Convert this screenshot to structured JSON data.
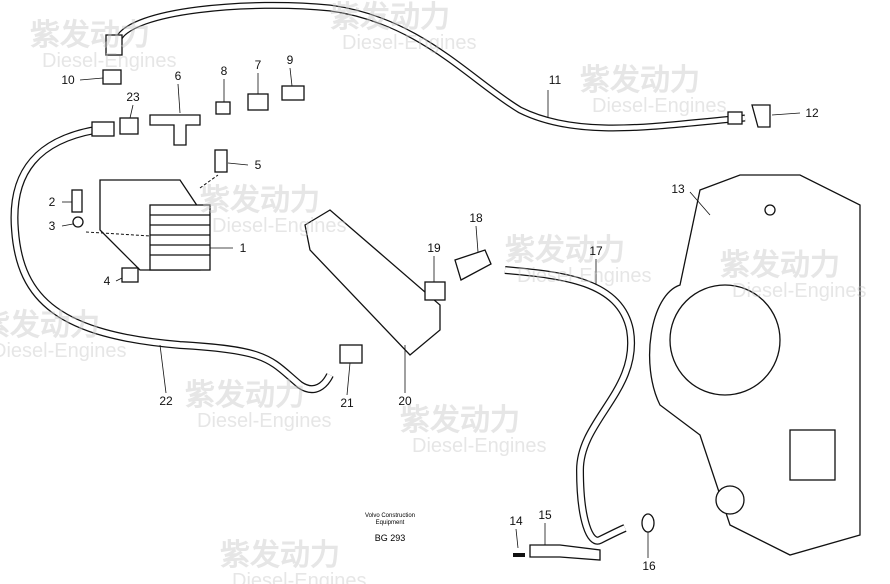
{
  "callouts": [
    "1",
    "2",
    "3",
    "4",
    "5",
    "6",
    "7",
    "8",
    "9",
    "10",
    "11",
    "12",
    "13",
    "14",
    "15",
    "16",
    "17",
    "18",
    "19",
    "20",
    "21",
    "22",
    "23"
  ],
  "caption": {
    "line1": "Volvo Construction",
    "line2": "Equipment",
    "code": "BG 293"
  },
  "watermark": {
    "cn": "紫发动力",
    "en": "Diesel-Engines"
  }
}
